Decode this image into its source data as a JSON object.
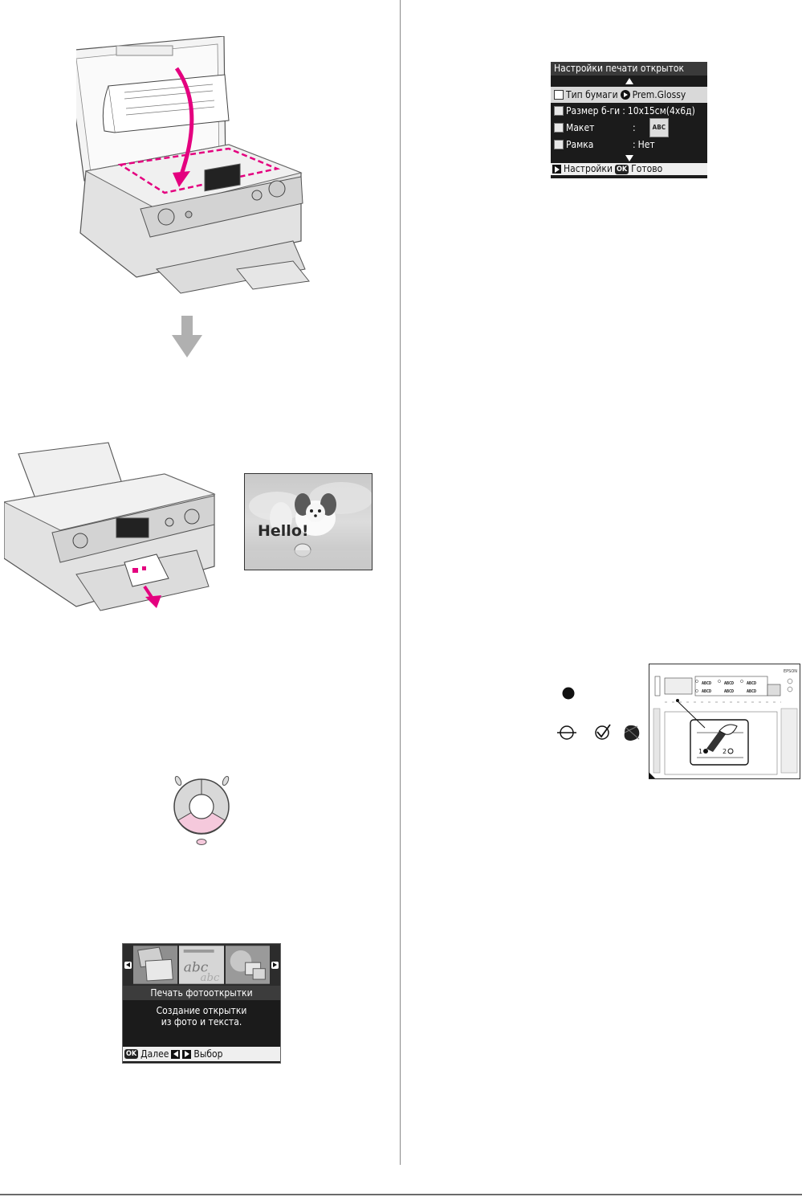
{
  "settings_screen": {
    "title": "Настройки печати открыток",
    "rows": [
      {
        "label": "Тип бумаги",
        "sep": "",
        "value": "Prem.Glossy"
      },
      {
        "label": "Размер б-ги",
        "sep": ":",
        "value": "10x15см(4x6д)"
      },
      {
        "label": "Макет",
        "sep": ":",
        "value": "ABC"
      },
      {
        "label": "Рамка",
        "sep": ":",
        "value": "Нет"
      }
    ],
    "footer": {
      "settings_label": "Настройки",
      "ok_badge": "OK",
      "done_label": "Готово"
    }
  },
  "preview_card": {
    "text": "Hello!"
  },
  "menu_screen": {
    "title": "Печать фотооткрытки",
    "description_line1": "Создание открытки",
    "description_line2": "из фото и текста.",
    "footer": {
      "ok_badge": "OK",
      "next_label": "Далее",
      "select_label": "Выбор"
    }
  },
  "form_sheet": {
    "label": "EPSON",
    "sample": "ABCD"
  },
  "colors": {
    "accent": "#e4007f",
    "lcd_bg": "#1b1b1b",
    "arrow_gray": "#b0b0b0"
  }
}
